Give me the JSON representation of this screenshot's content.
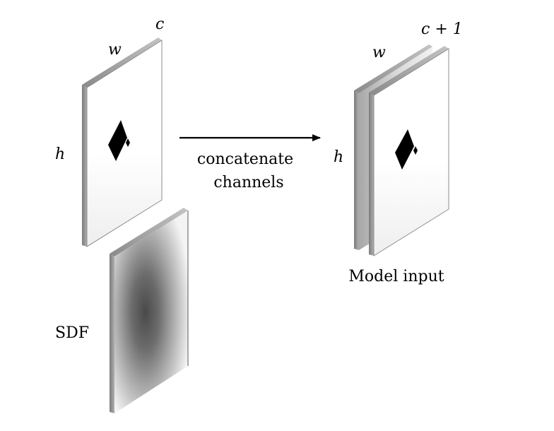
{
  "labels": {
    "input_w": "w",
    "input_c": "c",
    "input_h": "h",
    "concat_line1": "concatenate",
    "concat_line2": "channels",
    "output_w": "w",
    "output_c_plus_1": "c + 1",
    "output_h": "h",
    "model_input": "Model input",
    "sdf": "SDF"
  }
}
